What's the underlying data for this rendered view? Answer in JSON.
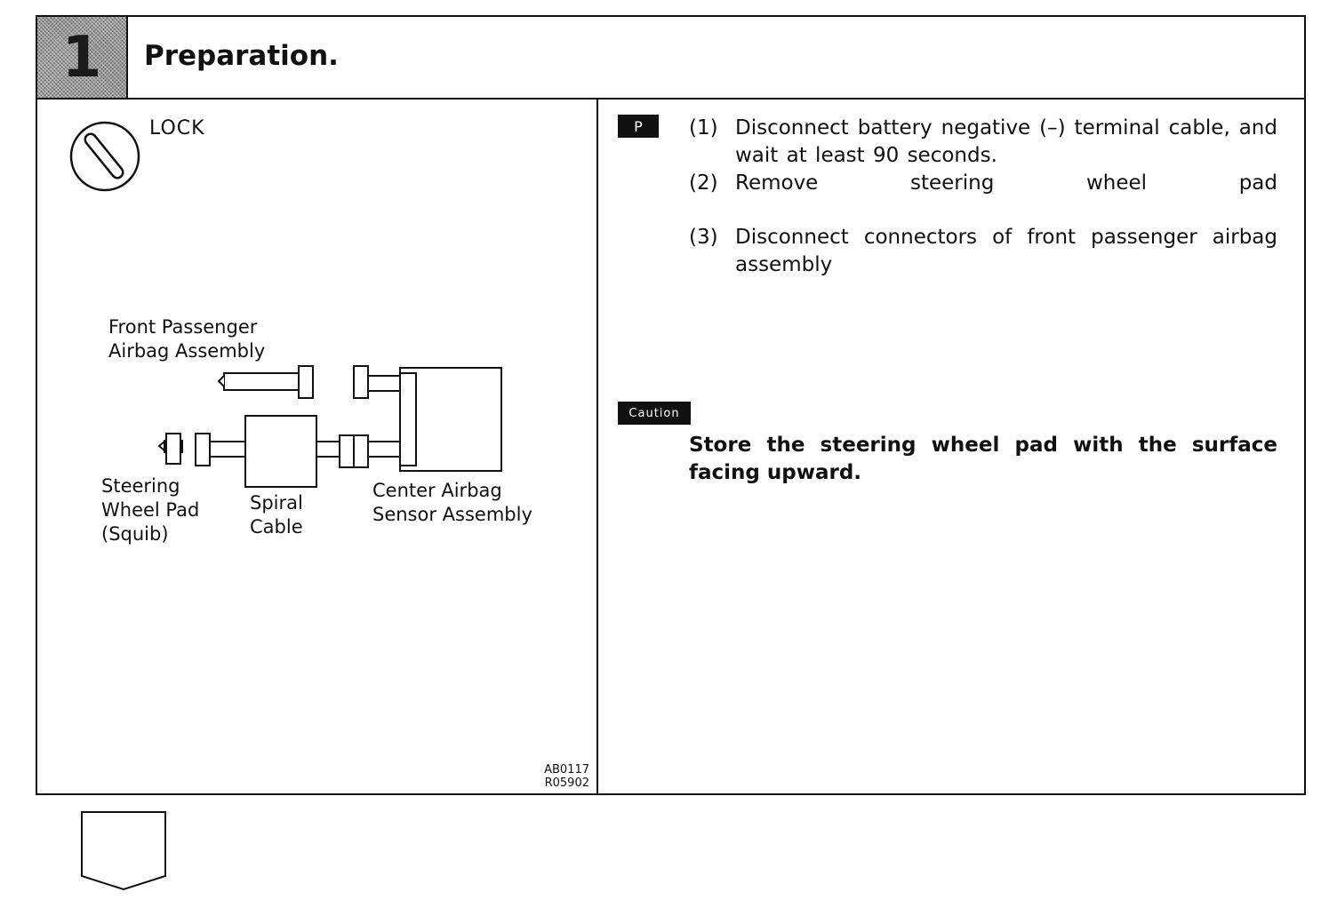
{
  "header": {
    "step_number": "1",
    "title": "Preparation."
  },
  "left_panel": {
    "lock_label": "LOCK",
    "labels": {
      "front_passenger_airbag": [
        "Front Passenger",
        "Airbag Assembly"
      ],
      "steering_wheel_pad": [
        "Steering",
        "Wheel Pad",
        "(Squib)"
      ],
      "spiral_cable": [
        "Spiral",
        "Cable"
      ],
      "center_airbag_sensor": [
        "Center Airbag",
        "Sensor Assembly"
      ]
    },
    "ref_codes": [
      "AB0117",
      "R05902"
    ]
  },
  "right_panel": {
    "badge": "P",
    "steps": [
      {
        "num": "(1)",
        "text": "Disconnect battery negative (–) terminal cable, and wait at least 90 seconds."
      },
      {
        "num": "(2)",
        "text": "Remove steering wheel pad"
      },
      {
        "num": "(3)",
        "text": "Disconnect connectors of front passenger airbag assembly"
      }
    ],
    "caution_badge": "Caution",
    "caution_text": "Store the steering wheel pad with the surface facing upward."
  },
  "colors": {
    "ink": "#111111",
    "paper": "#ffffff",
    "step_box": "#9a9a9a"
  },
  "icons": {
    "lock": "lock-key-icon",
    "tab": "corner-tab-icon"
  }
}
